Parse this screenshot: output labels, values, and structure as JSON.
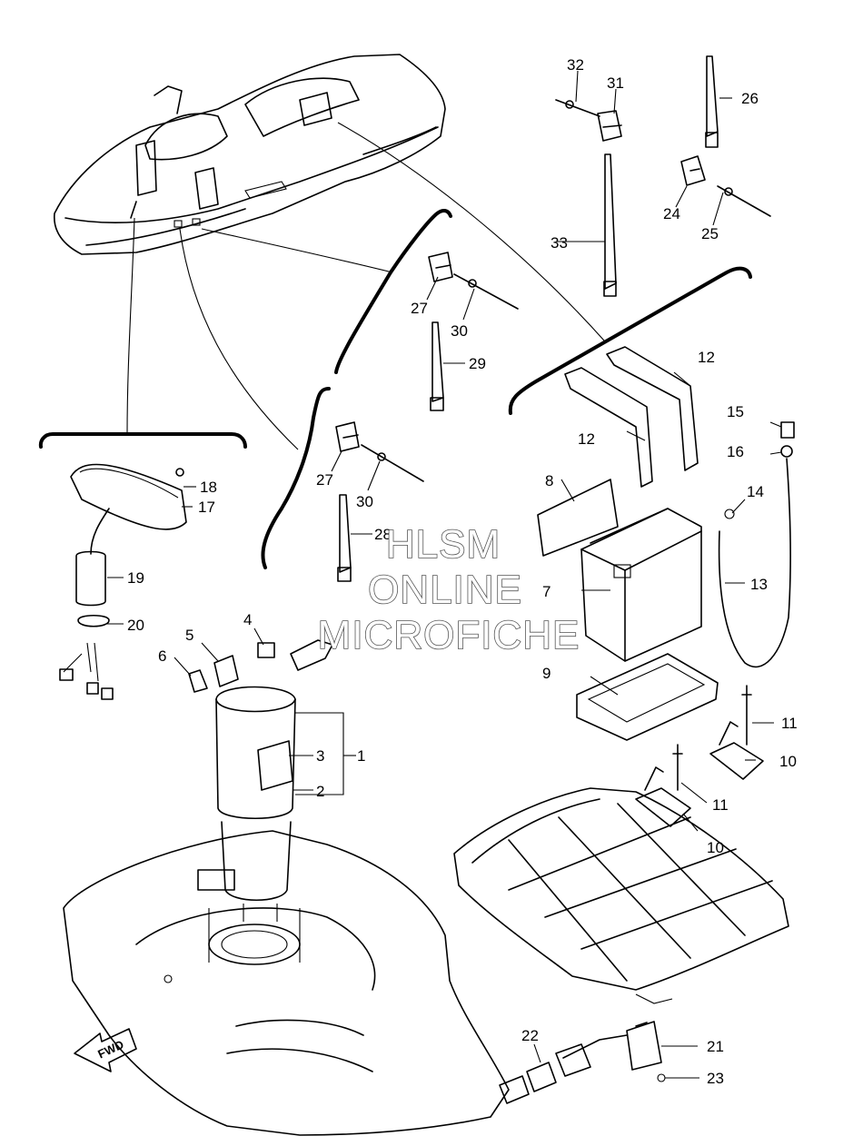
{
  "watermark": {
    "line1": "HLSM",
    "line2": "ONLINE",
    "line3": "MICROFICHE"
  },
  "direction_arrow": {
    "label": "FWD"
  },
  "callouts": {
    "c1": "1",
    "c2": "2",
    "c3": "3",
    "c4": "4",
    "c5": "5",
    "c6": "6",
    "c7": "7",
    "c8": "8",
    "c9": "9",
    "c10a": "10",
    "c10b": "10",
    "c11a": "11",
    "c11b": "11",
    "c12a": "12",
    "c12b": "12",
    "c13": "13",
    "c14": "14",
    "c15": "15",
    "c16": "16",
    "c17": "17",
    "c18": "18",
    "c19": "19",
    "c20": "20",
    "c21": "21",
    "c22": "22",
    "c23": "23",
    "c24": "24",
    "c25": "25",
    "c26": "26",
    "c27a": "27",
    "c27b": "27",
    "c28": "28",
    "c29": "29",
    "c30a": "30",
    "c30b": "30",
    "c31": "31",
    "c32": "32",
    "c33": "33"
  }
}
